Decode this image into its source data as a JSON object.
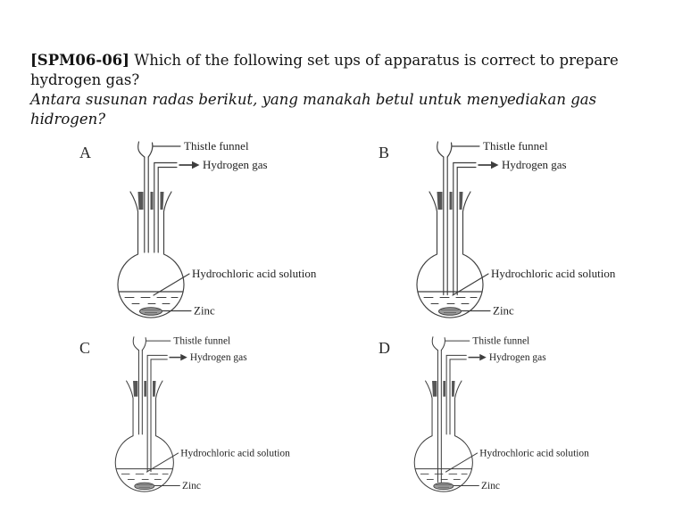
{
  "question": {
    "code": "[SPM06-06]",
    "english": " Which of the following set ups of apparatus is correct to prepare hydrogen gas?",
    "malay": "Antara susunan radas berikut, yang manakah betul untuk menyediakan gas hidrogen?"
  },
  "apparatus_labels": {
    "thistle_funnel": "Thistle funnel",
    "hydrogen_gas": "Hydrogen gas",
    "acid": "Hydrochloric acid solution",
    "zinc": "Zinc"
  },
  "options": [
    {
      "letter": "A",
      "thistle_funnel_tube": "above-liquid",
      "delivery_tube": "above-liquid"
    },
    {
      "letter": "B",
      "thistle_funnel_tube": "at-liquid-surface",
      "delivery_tube": "at-liquid-surface"
    },
    {
      "letter": "C",
      "thistle_funnel_tube": "above-liquid",
      "delivery_tube": "at-liquid-surface"
    },
    {
      "letter": "D",
      "thistle_funnel_tube": "below-liquid",
      "delivery_tube": "above-liquid"
    }
  ],
  "colors": {
    "ink": "#3d3d3d",
    "stopper": "#565656",
    "zinc_fill": "#999999",
    "text": "#1f1f1f",
    "background": "#ffffff"
  }
}
